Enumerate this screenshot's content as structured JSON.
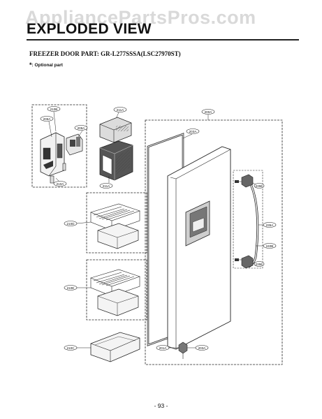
{
  "watermark": "AppliancePartsPros.com",
  "header": {
    "title": "EXPLODED VIEW",
    "subtitle": "FREEZER DOOR PART: GR-L277SSSA(LSC27970ST)",
    "note": ": Optional part"
  },
  "page_number": "- 93 -",
  "callouts": {
    "c210B": "210B",
    "c206A_dispenser": "206A",
    "c206A_bucket": "206A",
    "c210A": "210A",
    "c211A": "211A",
    "c210D": "210D",
    "c210E": "210E",
    "c210C": "210C",
    "c200A": "200A",
    "c203A": "203A",
    "c235E": "235E",
    "c235A": "235A",
    "c240B": "240B",
    "c201A": "201A",
    "c203A_bottom": "203A"
  }
}
